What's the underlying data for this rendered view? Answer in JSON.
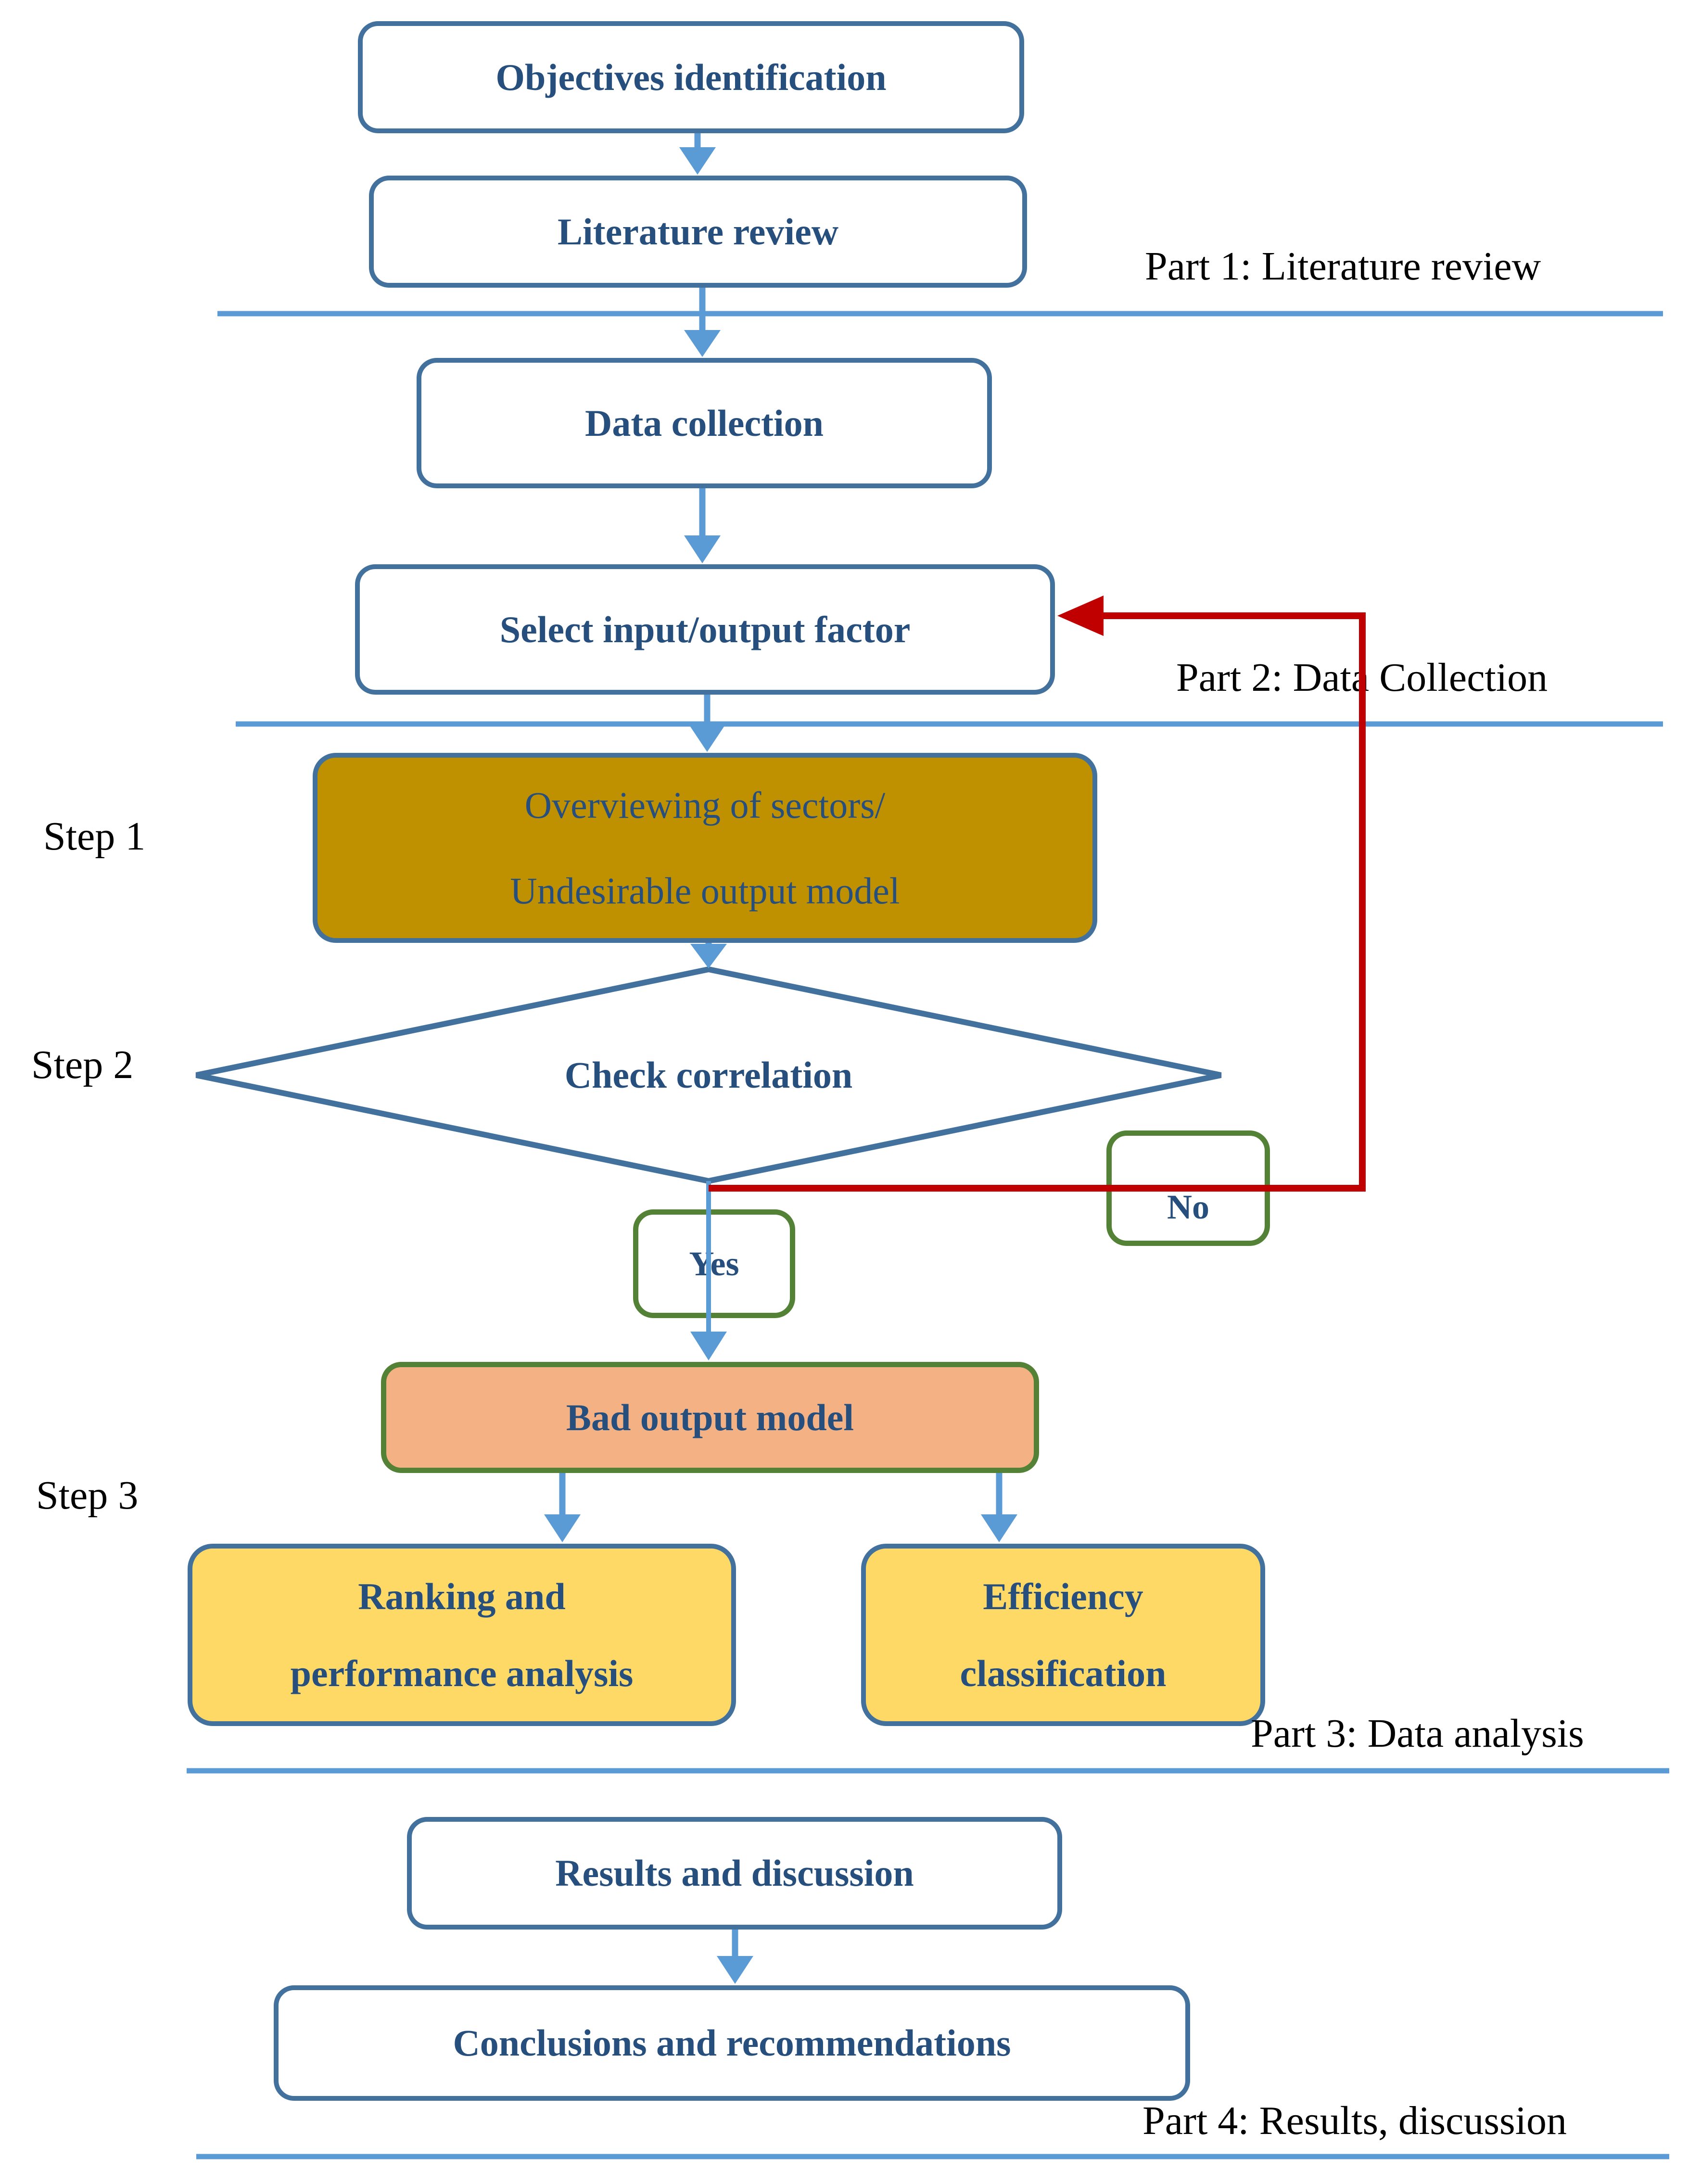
{
  "diagram": {
    "part_labels": {
      "part1": "Part 1: Literature review",
      "part2": "Part 2: Data Collection",
      "part3": "Part 3: Data analysis",
      "part4": "Part 4: Results, discussion"
    },
    "step_labels": {
      "step1": "Step 1",
      "step2": "Step 2",
      "step3": "Step 3"
    },
    "nodes": {
      "objectives": {
        "label": "Objectives identification"
      },
      "literature": {
        "label": "Literature review"
      },
      "data_collection": {
        "label": "Data collection"
      },
      "select_factor": {
        "label": "Select input/output factor"
      },
      "overview_model": {
        "line1": "Overviewing of sectors/",
        "line2": "Undesirable output model"
      },
      "check_correlation": {
        "label": "Check correlation"
      },
      "no_branch": {
        "label": "No"
      },
      "yes_branch": {
        "label": "Yes"
      },
      "bad_output": {
        "label": "Bad output model"
      },
      "ranking": {
        "line1": "Ranking and",
        "line2": "performance analysis"
      },
      "efficiency": {
        "line1": "Efficiency",
        "line2": "classification"
      },
      "results": {
        "label": "Results and discussion"
      },
      "conclusions": {
        "label": "Conclusions and recommendations"
      }
    },
    "colors": {
      "box_border_blue": "#41719C",
      "arrow_blue": "#5B9BD5",
      "divider_blue": "#5B9BD5",
      "olive_fill": "#BF9000",
      "salmon_fill": "#F4B183",
      "yellow_fill": "#FFD966",
      "green_border": "#538135",
      "feedback_red": "#C00000",
      "label_navy": "#274F7E",
      "annotation_black": "#000000"
    }
  }
}
